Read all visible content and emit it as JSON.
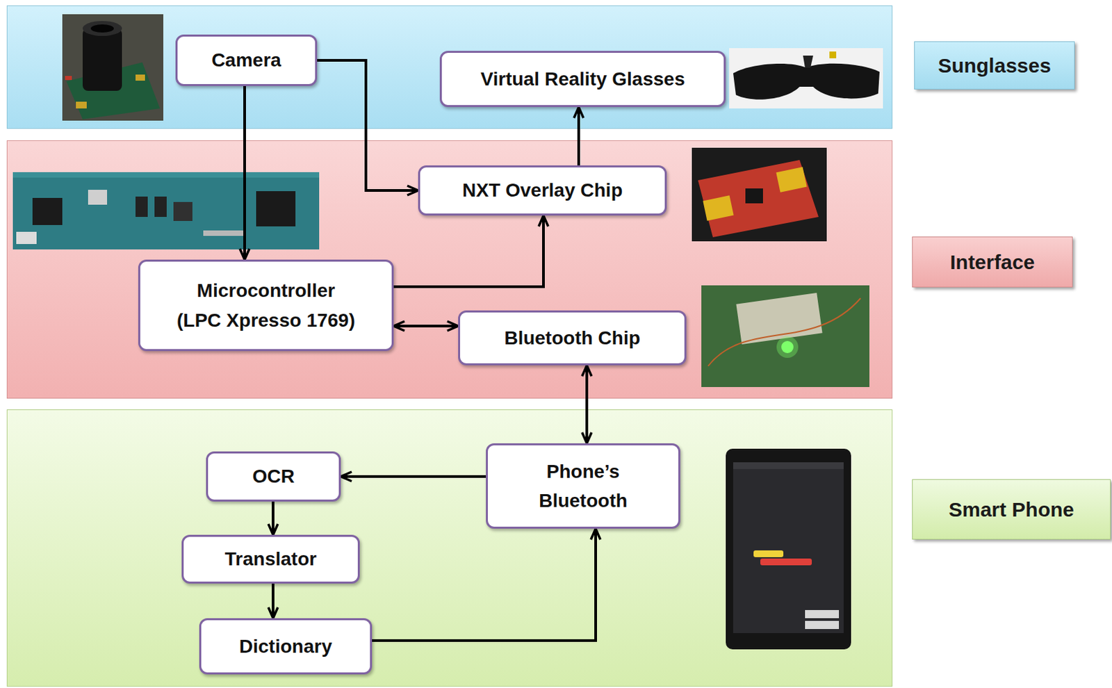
{
  "diagram": {
    "nodes": [
      {
        "text": [
          "Sunglasses"
        ]
      },
      {
        "text": [
          "Camera"
        ],
        "in": 0
      },
      {
        "text": [
          "Virtual Reality Glasses"
        ],
        "in": 0
      },
      {
        "text": [
          "Interface"
        ]
      },
      {
        "text": [
          "NXT Overlay Chip"
        ],
        "in": 3
      },
      {
        "text": [
          "Microcontroller (LPC Xpresso 1769)"
        ],
        "in": 3
      },
      {
        "text": [
          "Bluetooth Chip"
        ],
        "in": 3
      },
      {
        "text": [
          "Smart Phone"
        ]
      },
      {
        "text": [
          "Phone’s Bluetooth"
        ],
        "in": 7
      },
      {
        "text": [
          "OCR"
        ],
        "in": 7
      },
      {
        "text": [
          "Translator"
        ],
        "in": 7
      },
      {
        "text": [
          "Dictionary"
        ],
        "in": 7
      }
    ],
    "edges": [
      {
        "from": 1,
        "to": 5,
        "arrow": "to"
      },
      {
        "from": 1,
        "to": 4,
        "arrow": "to"
      },
      {
        "from": 4,
        "to": 2,
        "arrow": "to"
      },
      {
        "from": 5,
        "to": 4,
        "arrow": "to"
      },
      {
        "from": 5,
        "to": 6,
        "arrow": "both"
      },
      {
        "from": 6,
        "to": 8,
        "arrow": "both"
      },
      {
        "from": 8,
        "to": 9,
        "arrow": "to"
      },
      {
        "from": 9,
        "to": 10,
        "arrow": "to"
      },
      {
        "from": 10,
        "to": 11,
        "arrow": "to"
      },
      {
        "from": 11,
        "to": 8,
        "arrow": "to"
      }
    ]
  }
}
